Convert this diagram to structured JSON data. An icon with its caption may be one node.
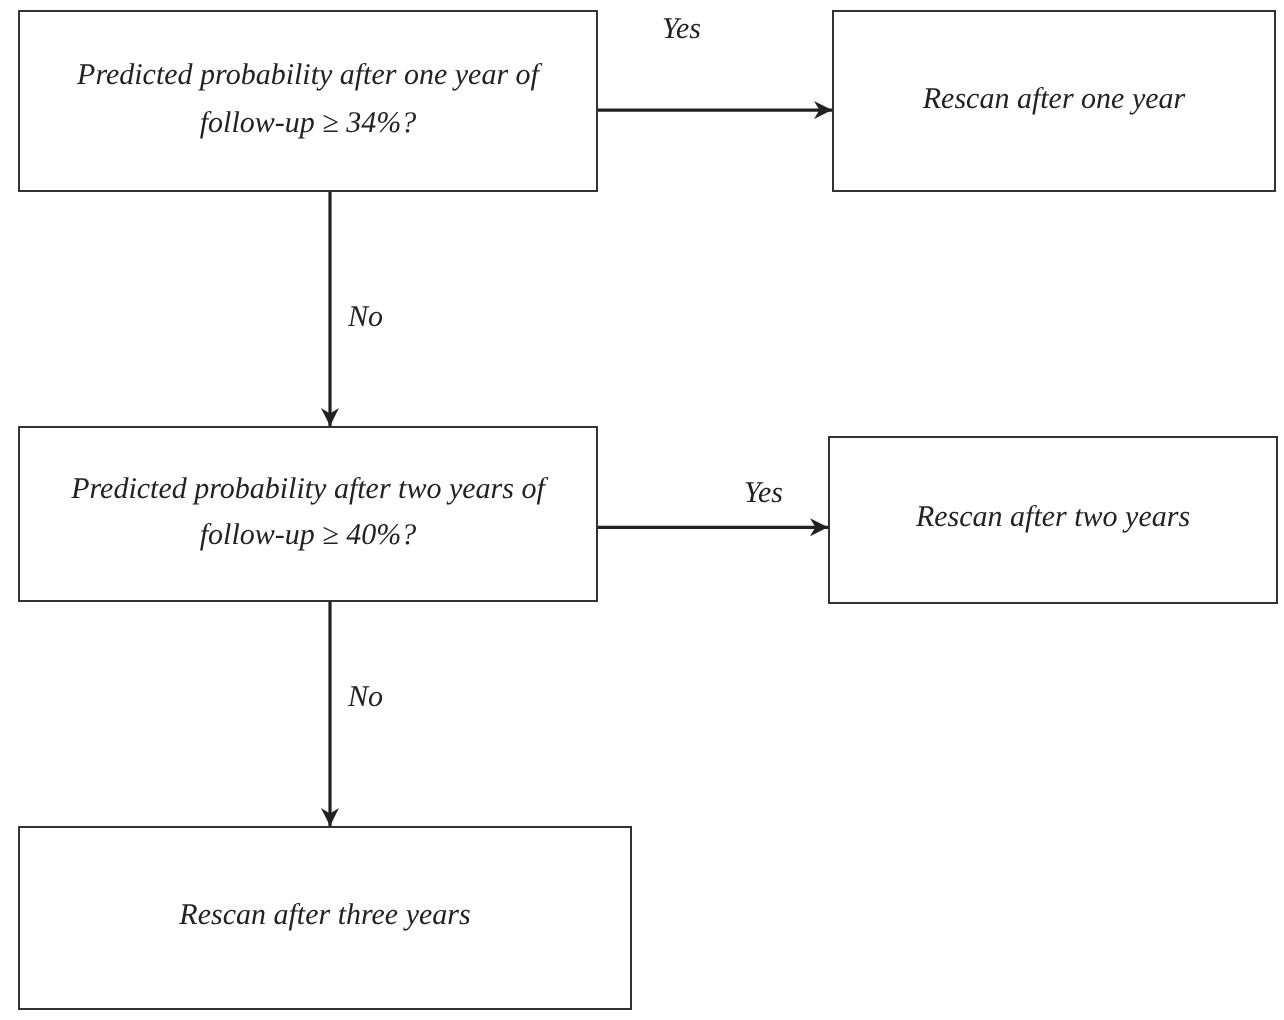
{
  "diagram": {
    "nodes": [
      {
        "text": [
          "Predicted probability after one year of follow-up ≥ 34%?"
        ]
      },
      {
        "text": [
          "Rescan after one year"
        ]
      },
      {
        "text": [
          "Predicted probability after two years of follow-up ≥ 40%?"
        ]
      },
      {
        "text": [
          "Rescan after two years"
        ]
      },
      {
        "text": [
          "Rescan after three years"
        ]
      }
    ],
    "edges": [
      {
        "from": 0,
        "to": 1,
        "arrow": "to",
        "label": "Yes"
      },
      {
        "from": 0,
        "to": 2,
        "arrow": "to",
        "label": "No"
      },
      {
        "from": 2,
        "to": 3,
        "arrow": "to",
        "label": "Yes"
      },
      {
        "from": 2,
        "to": 4,
        "arrow": "to",
        "label": "No"
      }
    ]
  }
}
